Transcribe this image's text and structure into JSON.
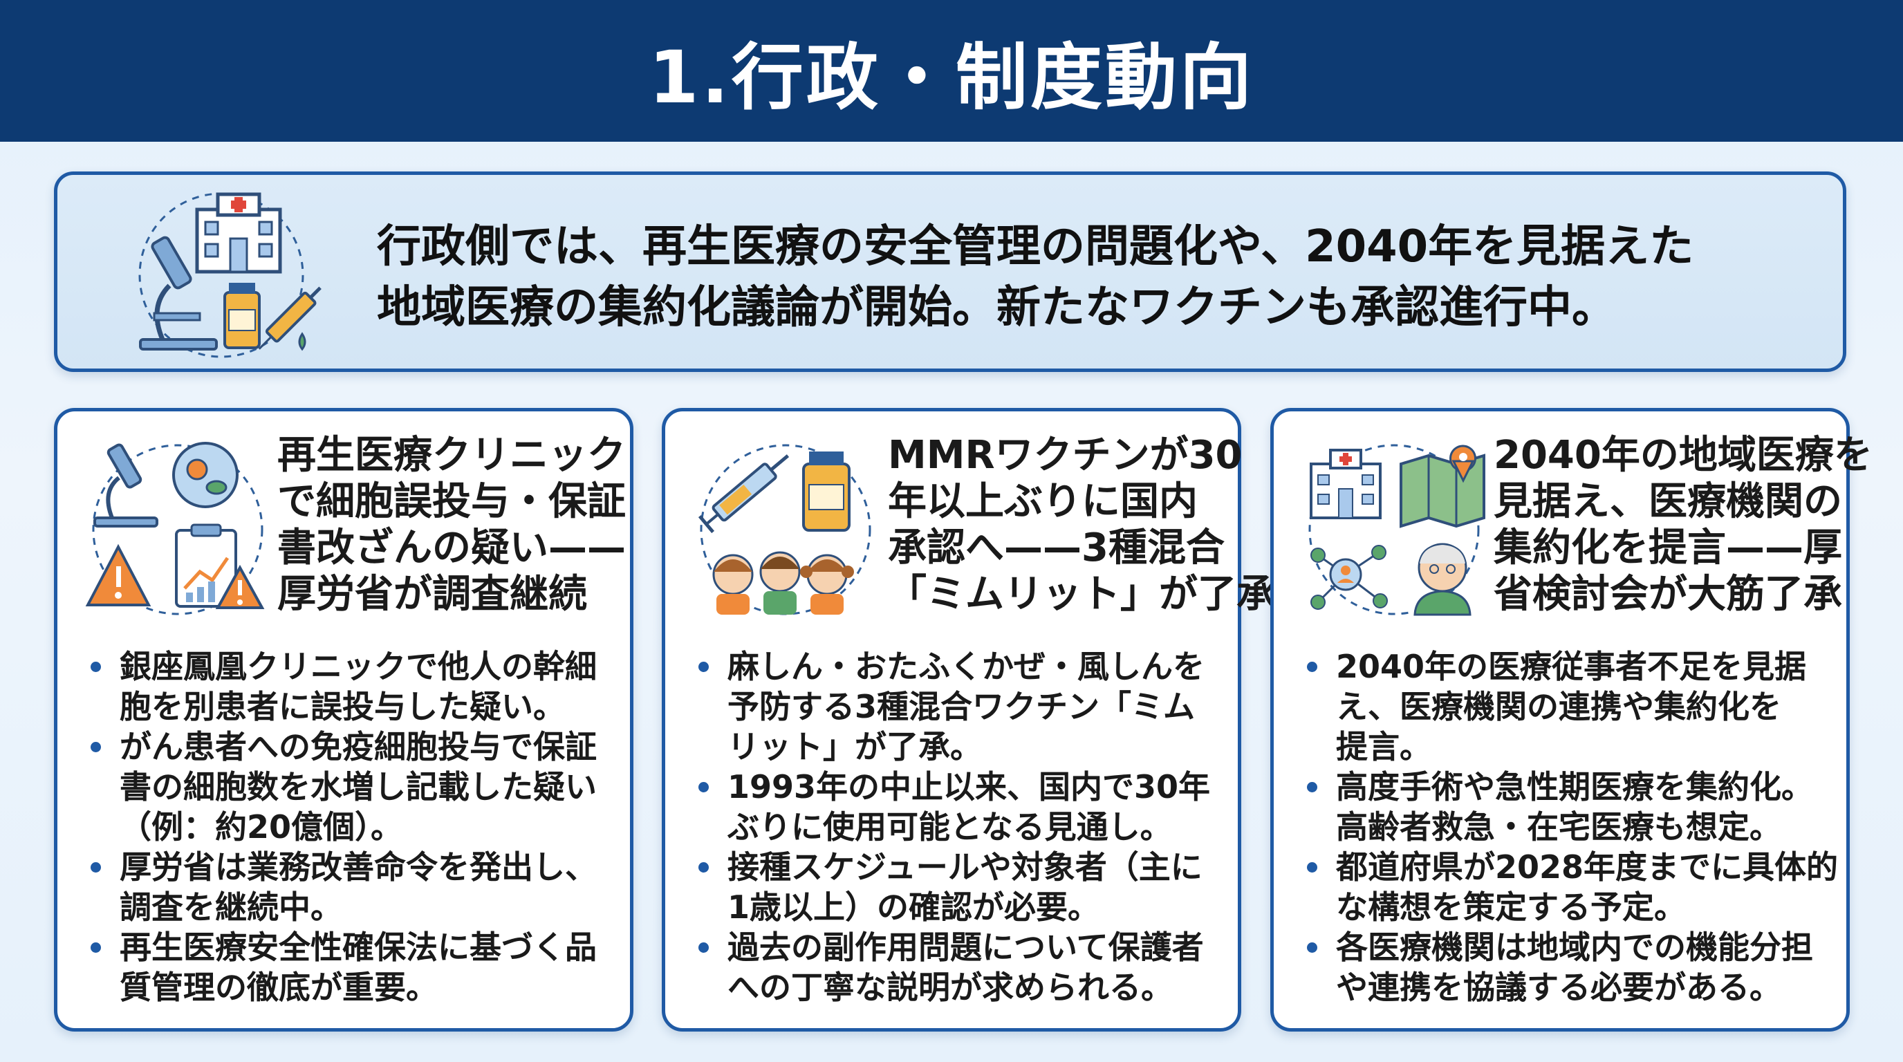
{
  "header": {
    "title": "1.行政・制度動向"
  },
  "summary": {
    "lines": [
      "行政側では、再生医療の安全管理の問題化や、2040年を見据えた",
      "地域医療の集約化議論が開始。新たなワクチンも承認進行中。"
    ]
  },
  "cards": [
    {
      "title_lines": [
        "再生医療クリニック",
        "で細胞誤投与・保証",
        "書改ざんの疑い——",
        "厚労省が調査継続"
      ],
      "bullets": [
        [
          "銀座鳳凰クリニックで他人の幹細",
          "胞を別患者に誤投与した疑い。"
        ],
        [
          "がん患者への免疫細胞投与で保証",
          "書の細胞数を水増し記載した疑い",
          "（例：約20億個）。"
        ],
        [
          "厚労省は業務改善命令を発出し、",
          "調査を継続中。"
        ],
        [
          "再生医療安全性確保法に基づく品",
          "質管理の徹底が重要。"
        ]
      ]
    },
    {
      "title_lines": [
        "MMRワクチンが30",
        "年以上ぶりに国内",
        "承認へ——3種混合",
        "「ミムリット」が了承"
      ],
      "bullets": [
        [
          "麻しん・おたふくかぜ・風しんを",
          "予防する3種混合ワクチン「ミム",
          "リット」が了承。"
        ],
        [
          "1993年の中止以来、国内で30年",
          "ぶりに使用可能となる見通し。"
        ],
        [
          "接種スケジュールや対象者（主に",
          "1歳以上）の確認が必要。"
        ],
        [
          "過去の副作用問題について保護者",
          "への丁寧な説明が求められる。"
        ]
      ]
    },
    {
      "title_lines": [
        "2040年の地域医療を",
        "見据え、医療機関の",
        "集約化を提言——厚",
        "省検討会が大筋了承"
      ],
      "bullets": [
        [
          "2040年の医療従事者不足を見据",
          "え、医療機関の連携や集約化を",
          "提言。"
        ],
        [
          "高度手術や急性期医療を集約化。",
          "高齢者救急・在宅医療も想定。"
        ],
        [
          "都道府県が2028年度までに具体的",
          "な構想を策定する予定。"
        ],
        [
          "各医療機関は地域内での機能分担",
          "や連携を協議する必要がある。"
        ]
      ]
    }
  ],
  "colors": {
    "header_bg": "#0d3a72",
    "accent": "#1f5aa5",
    "illustration_orange": "#f0a030",
    "illustration_green": "#5aa56a"
  }
}
